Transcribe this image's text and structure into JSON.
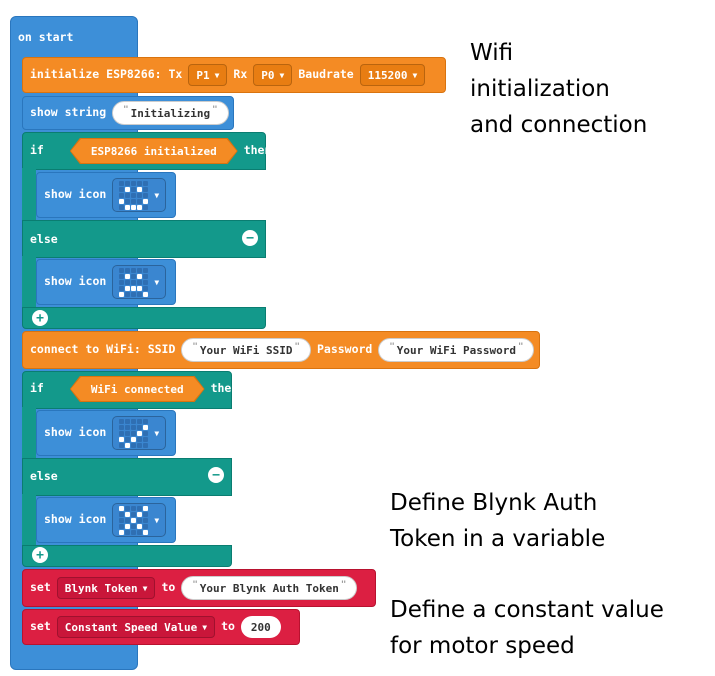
{
  "on_start": {
    "label": "on start"
  },
  "init": {
    "label": "initialize ESP8266: Tx",
    "tx": "P1",
    "rx_label": "Rx",
    "rx": "P0",
    "baud_label": "Baudrate",
    "baud": "115200"
  },
  "show_string": {
    "label": "show string",
    "value": "Initializing"
  },
  "if1": {
    "if_label": "if",
    "condition": "ESP8266 initialized",
    "then_label": "then",
    "show_icon_label": "show icon",
    "else_label": "else",
    "icon_then": "happy-face-icon",
    "icon_else": "sad-face-icon"
  },
  "wifi": {
    "label": "connect to WiFi: SSID",
    "ssid": "Your WiFi SSID",
    "password_label": "Password",
    "password": "Your WiFi Password"
  },
  "if2": {
    "if_label": "if",
    "condition": "WiFi connected",
    "then_label": "then",
    "show_icon_label": "show icon",
    "else_label": "else",
    "icon_then": "checkmark-icon",
    "icon_else": "cross-icon"
  },
  "set1": {
    "set_label": "set",
    "variable": "Blynk Token",
    "to_label": "to",
    "value": "Your Blynk Auth Token"
  },
  "set2": {
    "set_label": "set",
    "variable": "Constant Speed Value",
    "to_label": "to",
    "value": "200"
  },
  "annotations": {
    "wifi_line1": "Wifi",
    "wifi_line2": "initialization",
    "wifi_line3": "and connection",
    "blynk_line1": "Define Blynk Auth",
    "blynk_line2": "Token in a variable",
    "speed_line1": "Define a constant value",
    "speed_line2": "for motor speed"
  },
  "colors": {
    "event": "#3d8fd8",
    "esp": "#f48b24",
    "logic": "#13998b",
    "variables": "#dc1f42"
  }
}
